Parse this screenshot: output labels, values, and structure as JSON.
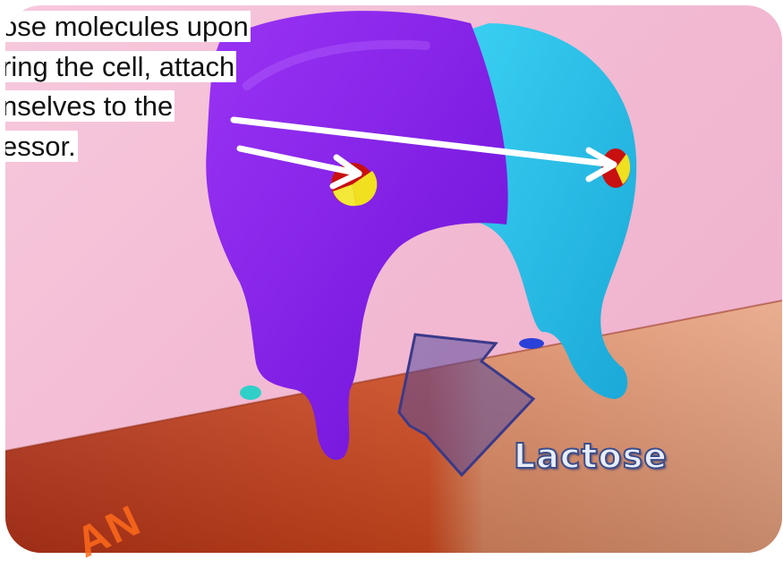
{
  "caption": {
    "lines": [
      "ose molecules upon",
      "ring the cell, attach",
      "nselves to the",
      "essor."
    ]
  },
  "label": {
    "text": "Lactose"
  },
  "watermark": {
    "text": "AN"
  },
  "colors": {
    "repressor_left": "#8a1ef0",
    "repressor_right": "#2cc0e8",
    "dna_left": "#c8401a",
    "dna_right": "#e0906a",
    "arrow_fill": "#5a4a9a",
    "binding_red": "#c81010",
    "binding_yellow": "#f0e020",
    "watermark": "#ff6a1a"
  }
}
